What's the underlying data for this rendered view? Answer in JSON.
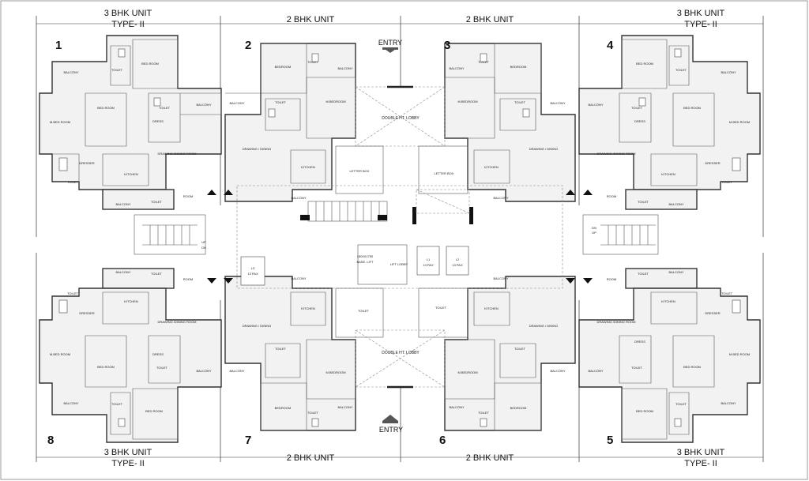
{
  "units": {
    "u1": {
      "number": "1",
      "title": [
        "3 BHK UNIT",
        "TYPE- II"
      ]
    },
    "u2": {
      "number": "2",
      "title": [
        "2 BHK UNIT"
      ]
    },
    "u3": {
      "number": "3",
      "title": [
        "2 BHK UNIT"
      ]
    },
    "u4": {
      "number": "4",
      "title": [
        "3 BHK UNIT",
        "TYPE- II"
      ]
    },
    "u5": {
      "number": "5",
      "title": [
        "3 BHK UNIT",
        "TYPE- II"
      ]
    },
    "u6": {
      "number": "6",
      "title": [
        "2 BHK UNIT"
      ]
    },
    "u7": {
      "number": "7",
      "title": [
        "2 BHK UNIT"
      ]
    },
    "u8": {
      "number": "8",
      "title": [
        "3 BHK UNIT",
        "TYPE- II"
      ]
    }
  },
  "entries": {
    "top": "ENTRY",
    "bottom": "ENTRY"
  },
  "common": {
    "double_lobby_top": "DOUBLE HT. LOBBY",
    "double_lobby_bottom": "DOUBLE HT. LOBBY",
    "letter_box_left": "LETTER BOX",
    "letter_box_right": "LETTER BOX",
    "lift_lobby": "LIFT LOBBY",
    "lift_l1": [
      "L1",
      "13 PAX"
    ],
    "lift_l2": [
      "L2",
      "13 PAX"
    ],
    "lift_l3": [
      "L3",
      "13 PAX"
    ],
    "base_lift": [
      "1800X1750",
      "BASE. LIFT"
    ],
    "toilet_left": "TOILET",
    "toilet_right": "TOILET",
    "stair_left": [
      "UP",
      "DN"
    ],
    "stair_right": [
      "DN",
      "UP"
    ]
  },
  "rooms": {
    "balcony": "BALCONY",
    "bedroom": "BED ROOM",
    "bedroom2": "BEDROOM",
    "mbedroom": "M.BED ROOM",
    "mbedroom2": "M.BEDROOM",
    "toilet": "TOILET",
    "dress": "DRESS",
    "dresser": "DRESSER",
    "kitchen": "KITCHEN",
    "room": "ROOM",
    "drawing_dining_room": "DRAWING /DINING ROOM",
    "drawing_dining": "DRAWING / DINING"
  }
}
